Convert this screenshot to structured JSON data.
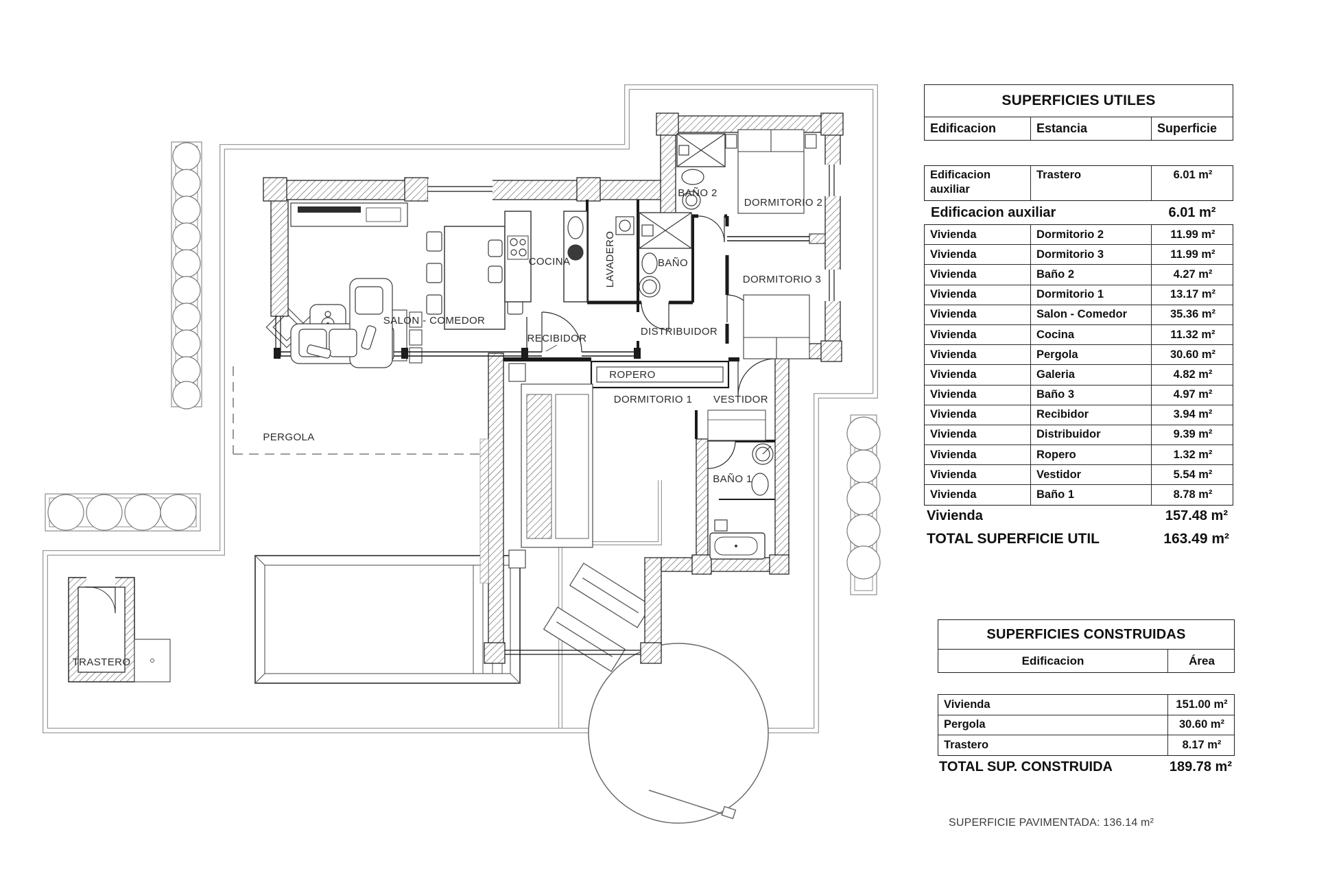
{
  "tables": {
    "utiles": {
      "title": "SUPERFICIES UTILES",
      "columns": [
        "Edificacion",
        "Estancia",
        "Superficie"
      ],
      "aux_row": {
        "edificacion": "Edificacion auxiliar",
        "estancia": "Trastero",
        "superficie": "6.01 m²"
      },
      "aux_summary": {
        "label": "Edificacion auxiliar",
        "value": "6.01 m²"
      },
      "rows": [
        [
          "Vivienda",
          "Dormitorio 2",
          "11.99 m²"
        ],
        [
          "Vivienda",
          "Dormitorio 3",
          "11.99 m²"
        ],
        [
          "Vivienda",
          "Baño 2",
          "4.27 m²"
        ],
        [
          "Vivienda",
          "Dormitorio 1",
          "13.17 m²"
        ],
        [
          "Vivienda",
          "Salon  - Comedor",
          "35.36 m²"
        ],
        [
          "Vivienda",
          "Cocina",
          "11.32 m²"
        ],
        [
          "Vivienda",
          "Pergola",
          "30.60 m²"
        ],
        [
          "Vivienda",
          "Galeria",
          "4.82 m²"
        ],
        [
          "Vivienda",
          "Baño 3",
          "4.97 m²"
        ],
        [
          "Vivienda",
          "Recibidor",
          "3.94 m²"
        ],
        [
          "Vivienda",
          "Distribuidor",
          "9.39 m²"
        ],
        [
          "Vivienda",
          "Ropero",
          "1.32 m²"
        ],
        [
          "Vivienda",
          "Vestidor",
          "5.54 m²"
        ],
        [
          "Vivienda",
          "Baño 1",
          "8.78 m²"
        ]
      ],
      "vivienda_summary": {
        "label": "Vivienda",
        "value": "157.48 m²"
      },
      "total": {
        "label": "TOTAL SUPERFICIE UTIL",
        "value": "163.49 m²"
      }
    },
    "construidas": {
      "title": "SUPERFICIES CONSTRUIDAS",
      "columns": [
        "Edificacion",
        "Área"
      ],
      "rows": [
        [
          "Vivienda",
          "151.00 m²"
        ],
        [
          "Pergola",
          "30.60 m²"
        ],
        [
          "Trastero",
          "8.17 m²"
        ]
      ],
      "total": {
        "label": "TOTAL SUP. CONSTRUIDA",
        "value": "189.78 m²"
      }
    }
  },
  "footnote": "SUPERFICIE PAVIMENTADA: 136.14 m²",
  "plan": {
    "labels": [
      {
        "text": "SALON - COMEDOR"
      },
      {
        "text": "COCINA"
      },
      {
        "text": "LAVADERO"
      },
      {
        "text": "BAÑO"
      },
      {
        "text": "BAÑO 2"
      },
      {
        "text": "DORMITORIO 2"
      },
      {
        "text": "DORMITORIO 3"
      },
      {
        "text": "RECIBIDOR"
      },
      {
        "text": "DISTRIBUIDOR"
      },
      {
        "text": "ROPERO"
      },
      {
        "text": "DORMITORIO 1"
      },
      {
        "text": "VESTIDOR"
      },
      {
        "text": "BAÑO 1"
      },
      {
        "text": "PERGOLA"
      },
      {
        "text": "TRASTERO"
      }
    ]
  }
}
